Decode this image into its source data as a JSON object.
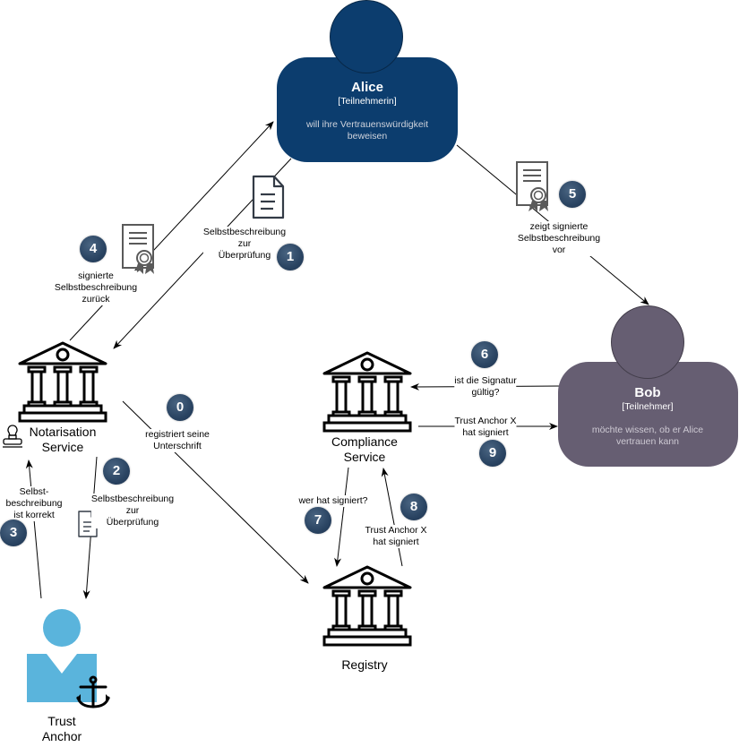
{
  "colors": {
    "alice": "#0c3d6e",
    "bob": "#665e72",
    "trust_anchor": "#5ab4dc",
    "badge": "#2a4462",
    "icon_stroke": "#333b46",
    "cert_gray": "#5a5a5a"
  },
  "actors": {
    "alice": {
      "name": "Alice",
      "role": "[Teilnehmerin]",
      "desc": [
        "will ihre Vertrauenswürdigkeit",
        "beweisen"
      ]
    },
    "bob": {
      "name": "Bob",
      "role": "[Teilnehmer]",
      "desc": [
        "möchte wissen, ob er Alice",
        "vertrauen kann"
      ]
    },
    "trust_anchor": {
      "label": [
        "Trust",
        "Anchor"
      ],
      "icon": "anchor-icon"
    }
  },
  "services": {
    "notarisation": {
      "label": [
        "Notarisation",
        "Service"
      ],
      "icon": "bank-icon",
      "extra_icon": "stamp-icon"
    },
    "compliance": {
      "label": [
        "Compliance",
        "Service"
      ],
      "icon": "bank-icon"
    },
    "registry": {
      "label": [
        "Registry"
      ],
      "icon": "bank-icon"
    }
  },
  "steps": [
    {
      "num": "0",
      "label": [
        "registriert seine",
        "Unterschrift"
      ]
    },
    {
      "num": "1",
      "label": [
        "Selbstbeschreibung",
        "zur",
        "Überprüfung"
      ],
      "icon": "document-icon"
    },
    {
      "num": "2",
      "label": [
        "Selbstbeschreibung",
        "zur",
        "Überprüfung"
      ],
      "icon": "document-icon"
    },
    {
      "num": "3",
      "label": [
        "Selbst-",
        "beschreibung",
        "ist korrekt"
      ]
    },
    {
      "num": "4",
      "label": [
        "signierte",
        "Selbstbeschreibung",
        "zurück"
      ],
      "icon": "certificate-icon"
    },
    {
      "num": "5",
      "label": [
        "zeigt signierte",
        "Selbstbeschreibung",
        "vor"
      ],
      "icon": "certificate-icon"
    },
    {
      "num": "6",
      "label": [
        "ist die Signatur",
        "gültig?"
      ]
    },
    {
      "num": "7",
      "label": [
        "wer hat signiert?"
      ]
    },
    {
      "num": "8",
      "label": [
        "Trust Anchor X",
        "hat signiert"
      ]
    },
    {
      "num": "9",
      "label": [
        "Trust Anchor X",
        "hat signiert"
      ]
    }
  ]
}
